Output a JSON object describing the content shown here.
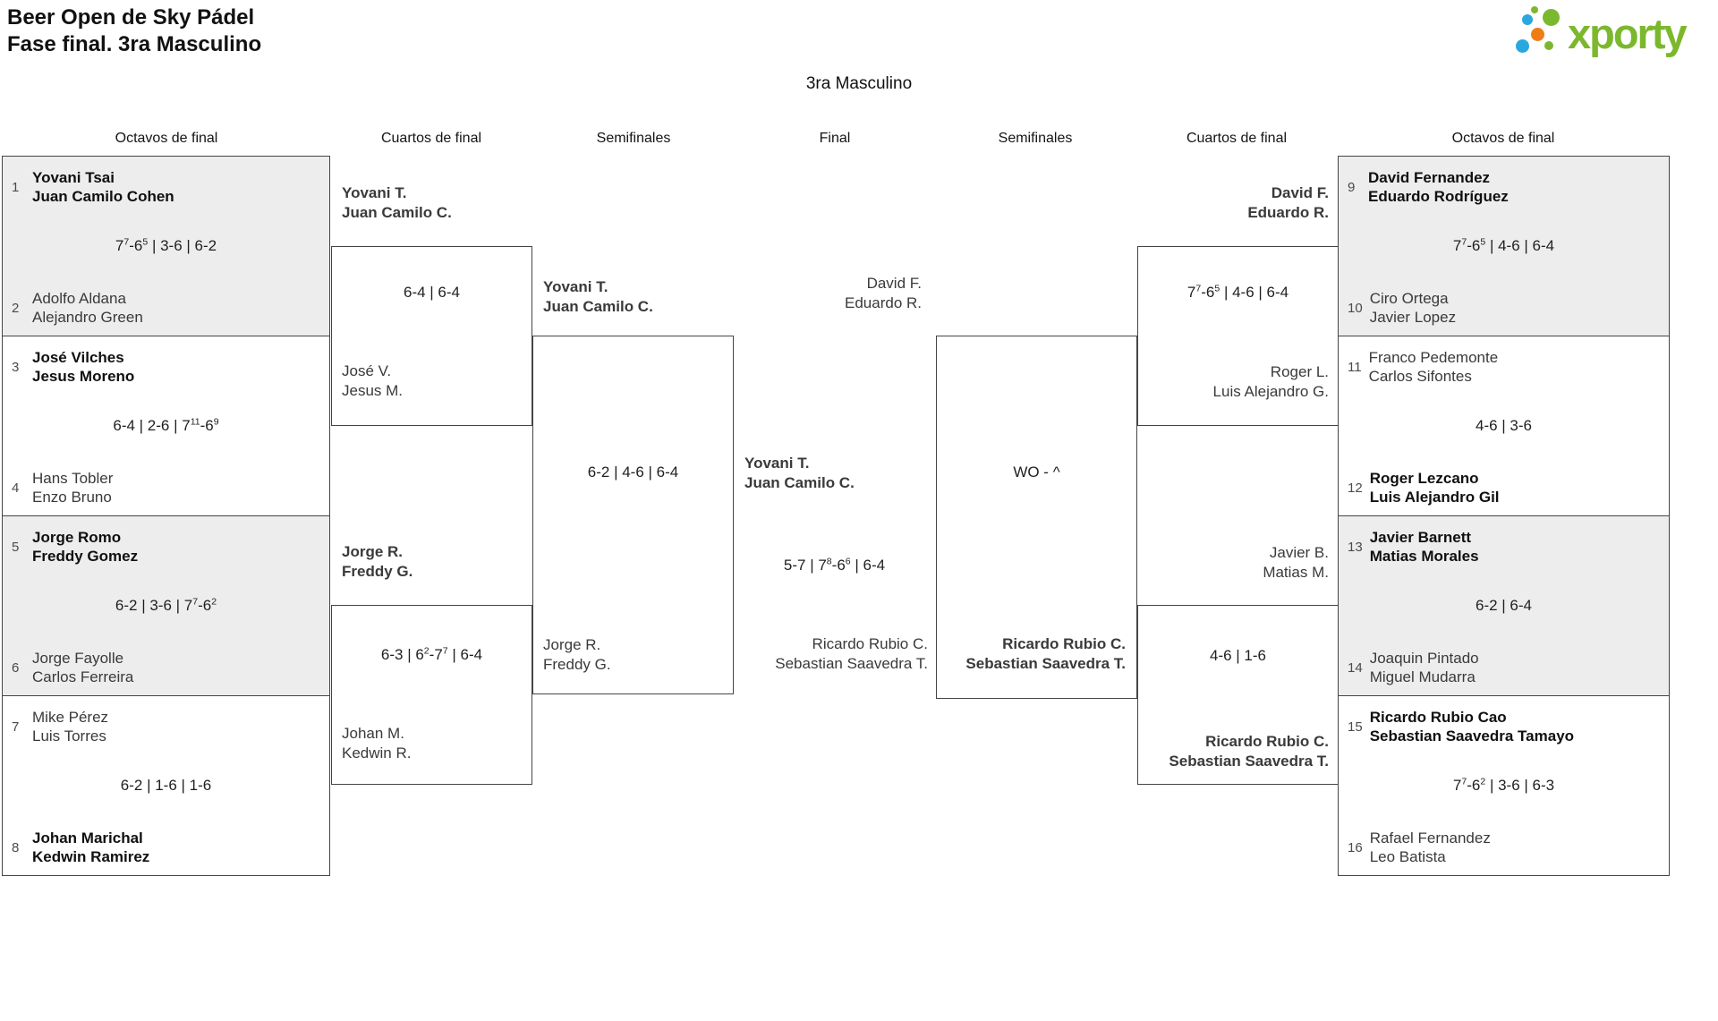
{
  "header": {
    "title_line1": "Beer Open de Sky Pádel",
    "title_line2": "Fase final. 3ra Masculino",
    "category": "3ra Masculino",
    "logo_text": "xporty"
  },
  "round_headers": [
    "Octavos de final",
    "Cuartos de final",
    "Semifinales",
    "Final",
    "Semifinales",
    "Cuartos de final",
    "Octavos de final"
  ],
  "colors": {
    "logo_green": "#7cb82d",
    "logo_blue": "#29a8e0",
    "logo_orange": "#ef7d17",
    "box_fill": "#ededed",
    "line": "#454545"
  },
  "octavos_left": [
    {
      "teams": [
        {
          "seed": "1",
          "player1": "Yovani Tsai",
          "player2": "Juan Camilo Cohen",
          "winner": true
        },
        {
          "seed": "2",
          "player1": "Adolfo Aldana",
          "player2": "Alejandro Green",
          "winner": false
        }
      ],
      "score": "7^7-6^5 | 3-6 | 6-2"
    },
    {
      "teams": [
        {
          "seed": "3",
          "player1": "José Vilches",
          "player2": "Jesus Moreno",
          "winner": true
        },
        {
          "seed": "4",
          "player1": "Hans Tobler",
          "player2": "Enzo Bruno",
          "winner": false
        }
      ],
      "score": "6-4 | 2-6 | 7^11-6^9"
    },
    {
      "teams": [
        {
          "seed": "5",
          "player1": "Jorge Romo",
          "player2": "Freddy Gomez",
          "winner": true
        },
        {
          "seed": "6",
          "player1": "Jorge Fayolle",
          "player2": "Carlos Ferreira",
          "winner": false
        }
      ],
      "score": "6-2 | 3-6 | 7^7-6^2"
    },
    {
      "teams": [
        {
          "seed": "7",
          "player1": "Mike Pérez",
          "player2": "Luis Torres",
          "winner": false
        },
        {
          "seed": "8",
          "player1": "Johan Marichal",
          "player2": "Kedwin Ramirez",
          "winner": true
        }
      ],
      "score": "6-2 | 1-6 | 1-6"
    }
  ],
  "octavos_right": [
    {
      "teams": [
        {
          "seed": "9",
          "player1": "David Fernandez",
          "player2": "Eduardo Rodríguez",
          "winner": true
        },
        {
          "seed": "10",
          "player1": "Ciro Ortega",
          "player2": "Javier Lopez",
          "winner": false
        }
      ],
      "score": "7^7-6^5 | 4-6 | 6-4"
    },
    {
      "teams": [
        {
          "seed": "11",
          "player1": "Franco Pedemonte",
          "player2": "Carlos Sifontes",
          "winner": false
        },
        {
          "seed": "12",
          "player1": "Roger Lezcano",
          "player2": "Luis Alejandro Gil",
          "winner": true
        }
      ],
      "score": "4-6 | 3-6"
    },
    {
      "teams": [
        {
          "seed": "13",
          "player1": "Javier Barnett",
          "player2": "Matias Morales",
          "winner": true
        },
        {
          "seed": "14",
          "player1": "Joaquin Pintado",
          "player2": "Miguel Mudarra",
          "winner": false
        }
      ],
      "score": "6-2 | 6-4"
    },
    {
      "teams": [
        {
          "seed": "15",
          "player1": "Ricardo Rubio Cao",
          "player2": "Sebastian Saavedra Tamayo",
          "winner": true
        },
        {
          "seed": "16",
          "player1": "Rafael Fernandez",
          "player2": "Leo Batista",
          "winner": false
        }
      ],
      "score": "7^7-6^2 | 3-6 | 6-3"
    }
  ],
  "cuartos_left": [
    {
      "top": {
        "player1": "Yovani T.",
        "player2": "Juan Camilo C.",
        "winner": true
      },
      "score": "6-4 | 6-4",
      "bottom": {
        "player1": "José V.",
        "player2": "Jesus M.",
        "winner": false
      }
    },
    {
      "top": {
        "player1": "Jorge R.",
        "player2": "Freddy G.",
        "winner": true
      },
      "score": "6-3 | 6^2-7^7 | 6-4",
      "bottom": {
        "player1": "Johan M.",
        "player2": "Kedwin R.",
        "winner": false
      }
    }
  ],
  "cuartos_right": [
    {
      "top": {
        "player1": "David F.",
        "player2": "Eduardo R.",
        "winner": true
      },
      "score": "7^7-6^5 | 4-6 | 6-4",
      "bottom": {
        "player1": "Roger L.",
        "player2": "Luis Alejandro G.",
        "winner": false
      }
    },
    {
      "top": {
        "player1": "Javier B.",
        "player2": "Matias M.",
        "winner": false
      },
      "score": "4-6 | 1-6",
      "bottom": {
        "player1": "Ricardo Rubio C.",
        "player2": "Sebastian Saavedra T.",
        "winner": true
      }
    }
  ],
  "semis_left": {
    "top": {
      "player1": "Yovani T.",
      "player2": "Juan Camilo C.",
      "winner": true
    },
    "score": "6-2 | 4-6 | 6-4",
    "bottom": {
      "player1": "Jorge R.",
      "player2": "Freddy G.",
      "winner": false
    }
  },
  "semis_right": {
    "top": {
      "player1": "David F.",
      "player2": "Eduardo R.",
      "winner": false
    },
    "score": "WO - ^",
    "bottom": {
      "player1": "Ricardo Rubio C.",
      "player2": "Sebastian Saavedra T.",
      "winner": true
    }
  },
  "final": {
    "top": {
      "player1": "Yovani T.",
      "player2": "Juan Camilo C.",
      "winner": true
    },
    "score": "5-7 | 7^8-6^6 | 6-4",
    "bottom": {
      "player1": "Ricardo Rubio C.",
      "player2": "Sebastian Saavedra T.",
      "winner": false
    }
  }
}
